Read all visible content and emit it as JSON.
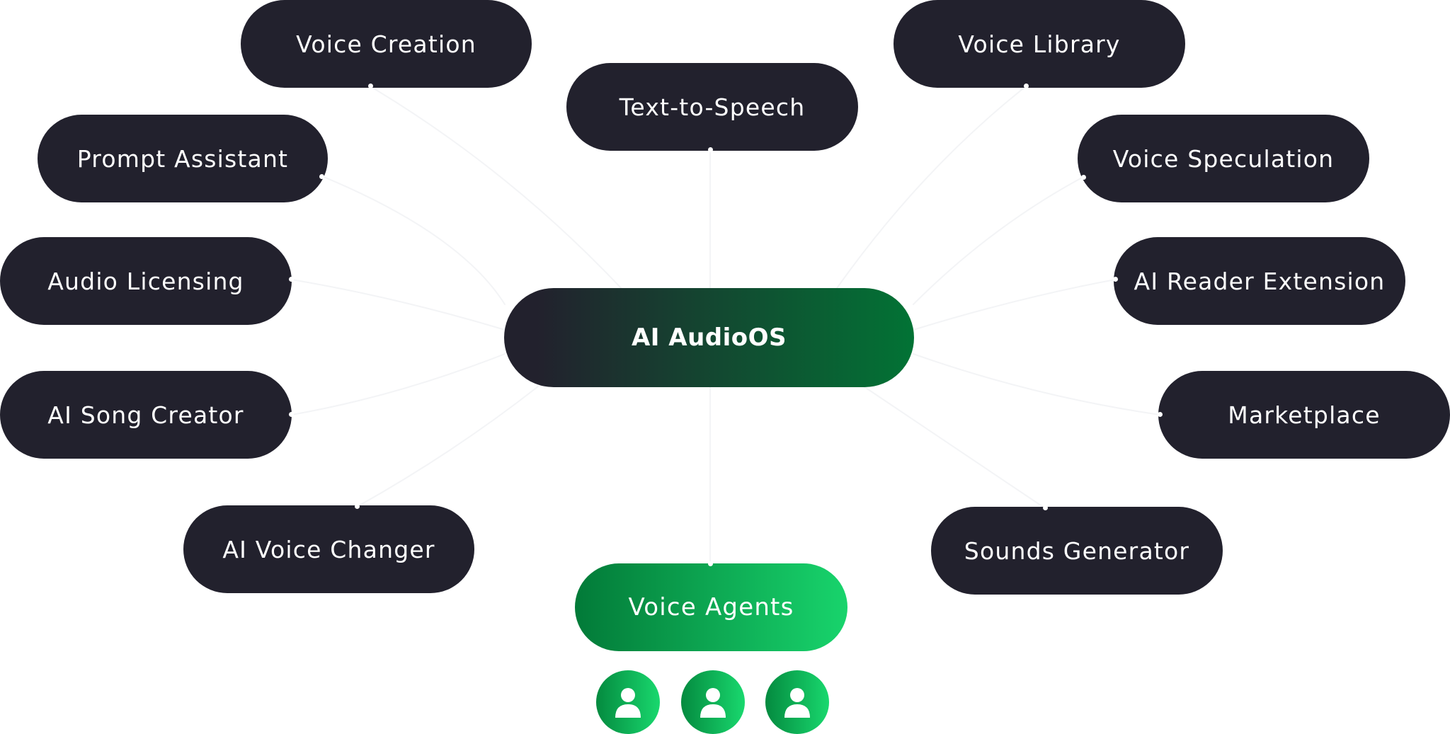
{
  "diagram": {
    "center": {
      "label": "AI AudioOS"
    },
    "nodes": [
      {
        "id": "voice-creation",
        "label": "Voice Creation"
      },
      {
        "id": "text-to-speech",
        "label": "Text-to-Speech"
      },
      {
        "id": "voice-library",
        "label": "Voice Library"
      },
      {
        "id": "prompt-assistant",
        "label": "Prompt Assistant"
      },
      {
        "id": "voice-speculation",
        "label": "Voice Speculation"
      },
      {
        "id": "audio-licensing",
        "label": "Audio Licensing"
      },
      {
        "id": "ai-reader-extension",
        "label": "AI Reader Extension"
      },
      {
        "id": "ai-song-creator",
        "label": "AI Song Creator"
      },
      {
        "id": "marketplace",
        "label": "Marketplace"
      },
      {
        "id": "ai-voice-changer",
        "label": "AI Voice Changer"
      },
      {
        "id": "sounds-generator",
        "label": "Sounds Generator"
      }
    ],
    "agents": {
      "label": "Voice Agents",
      "avatars": [
        "user-icon",
        "user-icon",
        "user-icon"
      ]
    }
  },
  "colors": {
    "node_bg": "#22212d",
    "node_text": "#ffffff",
    "center_gradient": [
      "#22212d",
      "#027335"
    ],
    "agents_gradient": [
      "#027a38",
      "#18d46c"
    ],
    "avatar_gradient": [
      "#048a3f",
      "#19d86e"
    ]
  }
}
